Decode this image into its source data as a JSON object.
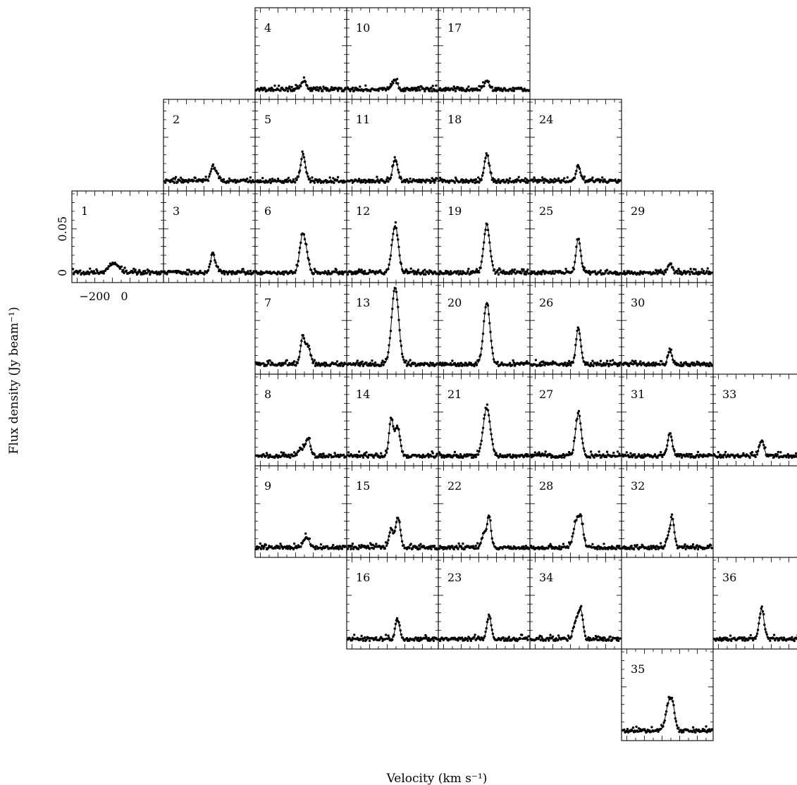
{
  "chart_data": {
    "type": "scatter",
    "title": "",
    "xlabel": "Velocity (km s⁻¹)",
    "ylabel": "Flux density (Jy beam⁻¹)",
    "xlim": [
      -330,
      190
    ],
    "ylim": [
      -0.008,
      0.09
    ],
    "x_ticks": [
      -200,
      0
    ],
    "x_tick_labels": [
      "−200",
      "0"
    ],
    "y_ticks": [
      0,
      0.05
    ],
    "y_tick_labels": [
      "0",
      "0.05"
    ],
    "grid": false,
    "legend": "none",
    "fit_line": true,
    "tick_axes_panel": "1",
    "panels": [
      {
        "id": "4",
        "label": "4",
        "col": 2,
        "row": 0,
        "components": [
          [
            -55,
            0.01,
            14
          ]
        ]
      },
      {
        "id": "10",
        "label": "10",
        "col": 3,
        "row": 0,
        "components": [
          [
            -55,
            0.01,
            14
          ]
        ]
      },
      {
        "id": "17",
        "label": "17",
        "col": 4,
        "row": 0,
        "components": [
          [
            -55,
            0.01,
            14
          ]
        ]
      },
      {
        "id": "2",
        "label": "2",
        "col": 1,
        "row": 1,
        "components": [
          [
            -52,
            0.016,
            12
          ],
          [
            -28,
            0.007,
            14
          ]
        ]
      },
      {
        "id": "5",
        "label": "5",
        "col": 2,
        "row": 1,
        "components": [
          [
            -58,
            0.03,
            14
          ]
        ]
      },
      {
        "id": "11",
        "label": "11",
        "col": 3,
        "row": 1,
        "components": [
          [
            -55,
            0.025,
            14
          ]
        ]
      },
      {
        "id": "18",
        "label": "18",
        "col": 4,
        "row": 1,
        "components": [
          [
            -55,
            0.031,
            14
          ]
        ]
      },
      {
        "id": "24",
        "label": "24",
        "col": 5,
        "row": 1,
        "components": [
          [
            -55,
            0.018,
            12
          ]
        ]
      },
      {
        "id": "1",
        "label": "1",
        "col": 0,
        "row": 2,
        "components": [
          [
            -90,
            0.011,
            28
          ]
        ]
      },
      {
        "id": "3",
        "label": "3",
        "col": 1,
        "row": 2,
        "components": [
          [
            -52,
            0.02,
            12
          ],
          [
            -30,
            0.006,
            12
          ]
        ]
      },
      {
        "id": "6",
        "label": "6",
        "col": 2,
        "row": 2,
        "components": [
          [
            -62,
            0.04,
            16
          ],
          [
            -38,
            0.015,
            14
          ]
        ]
      },
      {
        "id": "12",
        "label": "12",
        "col": 3,
        "row": 2,
        "components": [
          [
            -55,
            0.054,
            18
          ]
        ]
      },
      {
        "id": "19",
        "label": "19",
        "col": 4,
        "row": 2,
        "components": [
          [
            -55,
            0.055,
            17
          ]
        ]
      },
      {
        "id": "25",
        "label": "25",
        "col": 5,
        "row": 2,
        "components": [
          [
            -55,
            0.039,
            13
          ]
        ]
      },
      {
        "id": "29",
        "label": "29",
        "col": 6,
        "row": 2,
        "components": [
          [
            -55,
            0.011,
            12
          ]
        ]
      },
      {
        "id": "7",
        "label": "7",
        "col": 2,
        "row": 3,
        "components": [
          [
            -60,
            0.03,
            12
          ],
          [
            -30,
            0.02,
            14
          ]
        ]
      },
      {
        "id": "13",
        "label": "13",
        "col": 3,
        "row": 3,
        "components": [
          [
            -55,
            0.088,
            20
          ]
        ]
      },
      {
        "id": "20",
        "label": "20",
        "col": 4,
        "row": 3,
        "components": [
          [
            -55,
            0.071,
            18
          ]
        ]
      },
      {
        "id": "26",
        "label": "26",
        "col": 5,
        "row": 3,
        "components": [
          [
            -55,
            0.042,
            13
          ]
        ]
      },
      {
        "id": "30",
        "label": "30",
        "col": 6,
        "row": 3,
        "components": [
          [
            -55,
            0.016,
            12
          ]
        ]
      },
      {
        "id": "8",
        "label": "8",
        "col": 2,
        "row": 4,
        "components": [
          [
            -70,
            0.008,
            14
          ],
          [
            -30,
            0.02,
            14
          ]
        ]
      },
      {
        "id": "14",
        "label": "14",
        "col": 3,
        "row": 4,
        "components": [
          [
            -78,
            0.042,
            12
          ],
          [
            -42,
            0.034,
            14
          ]
        ]
      },
      {
        "id": "21",
        "label": "21",
        "col": 4,
        "row": 4,
        "components": [
          [
            -55,
            0.055,
            20
          ]
        ]
      },
      {
        "id": "27",
        "label": "27",
        "col": 5,
        "row": 4,
        "components": [
          [
            -55,
            0.048,
            16
          ]
        ]
      },
      {
        "id": "31",
        "label": "31",
        "col": 6,
        "row": 4,
        "components": [
          [
            -55,
            0.026,
            13
          ]
        ]
      },
      {
        "id": "33",
        "label": "33",
        "col": 7,
        "row": 4,
        "components": [
          [
            -55,
            0.018,
            13
          ]
        ]
      },
      {
        "id": "9",
        "label": "9",
        "col": 2,
        "row": 5,
        "components": [
          [
            -45,
            0.01,
            12
          ],
          [
            -28,
            0.006,
            12
          ]
        ]
      },
      {
        "id": "15",
        "label": "15",
        "col": 3,
        "row": 5,
        "components": [
          [
            -80,
            0.02,
            12
          ],
          [
            -40,
            0.034,
            14
          ]
        ]
      },
      {
        "id": "22",
        "label": "22",
        "col": 4,
        "row": 5,
        "components": [
          [
            -70,
            0.016,
            13
          ],
          [
            -42,
            0.034,
            11
          ]
        ]
      },
      {
        "id": "28",
        "label": "28",
        "col": 5,
        "row": 5,
        "components": [
          [
            -70,
            0.025,
            15
          ],
          [
            -42,
            0.032,
            14
          ]
        ]
      },
      {
        "id": "32",
        "label": "32",
        "col": 6,
        "row": 5,
        "components": [
          [
            -65,
            0.01,
            12
          ],
          [
            -42,
            0.032,
            12
          ]
        ]
      },
      {
        "id": "16",
        "label": "16",
        "col": 3,
        "row": 6,
        "components": [
          [
            -42,
            0.023,
            12
          ]
        ]
      },
      {
        "id": "23",
        "label": "23",
        "col": 4,
        "row": 6,
        "components": [
          [
            -42,
            0.027,
            12
          ]
        ]
      },
      {
        "id": "34",
        "label": "34",
        "col": 5,
        "row": 6,
        "components": [
          [
            -68,
            0.022,
            15
          ],
          [
            -40,
            0.03,
            12
          ]
        ]
      },
      {
        "id": "36",
        "label": "36",
        "col": 7,
        "row": 6,
        "components": [
          [
            -55,
            0.034,
            14
          ]
        ]
      },
      {
        "id": "35",
        "label": "35",
        "col": 6,
        "row": 7,
        "components": [
          [
            -65,
            0.027,
            16
          ],
          [
            -40,
            0.026,
            14
          ]
        ]
      }
    ]
  }
}
